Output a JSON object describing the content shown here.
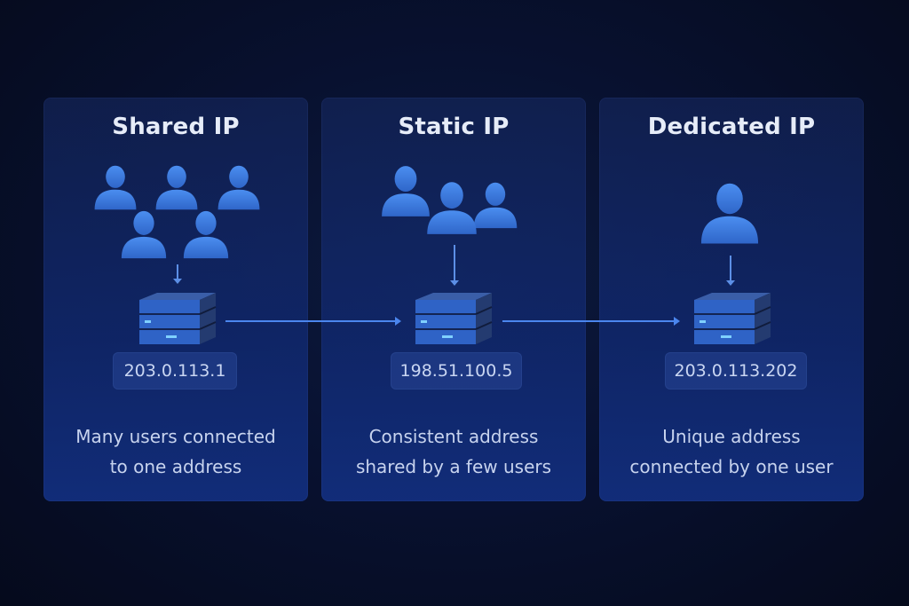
{
  "panels": [
    {
      "title": "Shared IP",
      "ip": "203.0.113.1",
      "description_line1": "Many users connected",
      "description_line2": "to one address",
      "user_count": 5
    },
    {
      "title": "Static IP",
      "ip": "198.51.100.5",
      "description_line1": "Consistent address",
      "description_line2": "shared by a few users",
      "user_count": 3
    },
    {
      "title": "Dedicated IP",
      "ip": "203.0.113.202",
      "description_line1": "Unique address",
      "description_line2": "connected by one user",
      "user_count": 1
    }
  ],
  "icons": {
    "user": "user-icon",
    "server": "server-icon",
    "arrow": "arrow-icon"
  },
  "colors": {
    "background": "#070e26",
    "panel": "#12296e",
    "accent": "#3f7ee0",
    "text": "#e6ecf8"
  }
}
